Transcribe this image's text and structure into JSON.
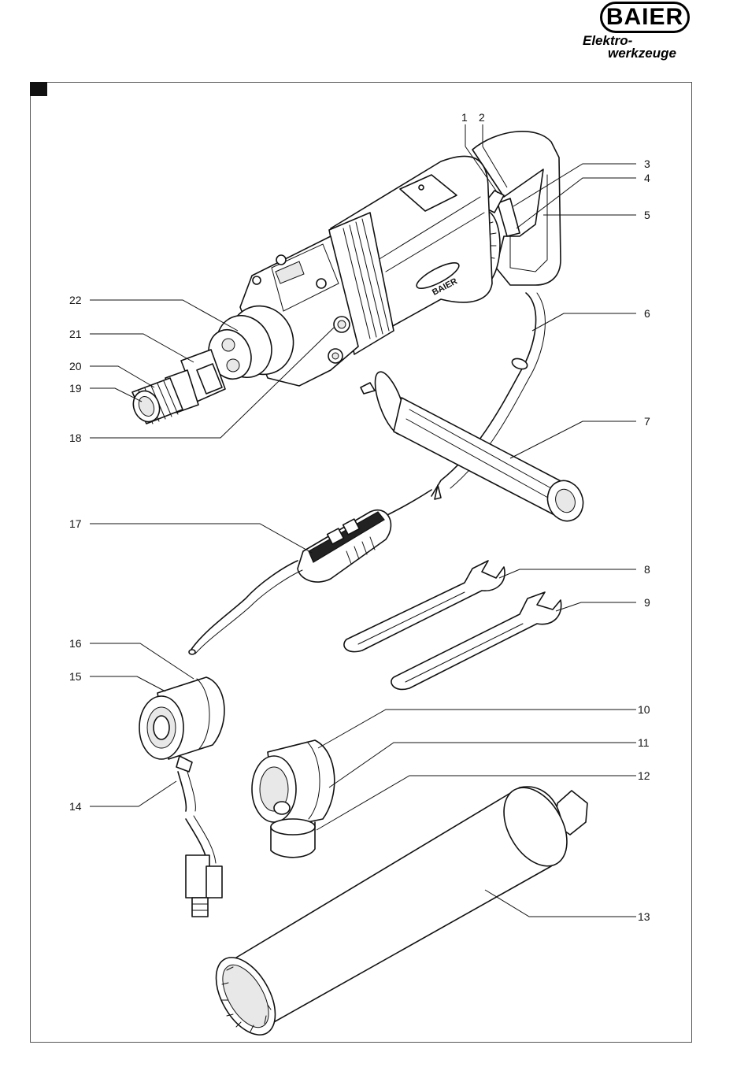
{
  "logo": {
    "name": "BAIER",
    "line1": "Elektro-",
    "line2": "werkzeuge"
  },
  "housing_label": "BAIER",
  "callouts": [
    "1",
    "2",
    "3",
    "4",
    "5",
    "6",
    "7",
    "8",
    "9",
    "10",
    "11",
    "12",
    "13",
    "14",
    "15",
    "16",
    "17",
    "18",
    "19",
    "20",
    "21",
    "22"
  ]
}
